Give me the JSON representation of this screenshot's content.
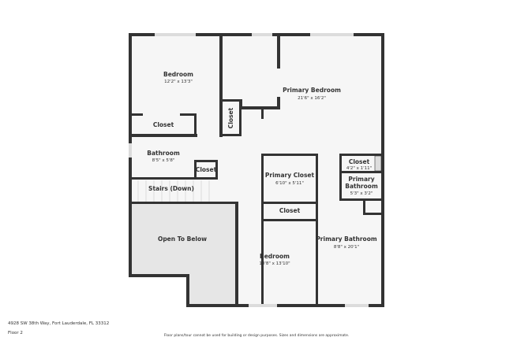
{
  "address": "4928 SW 38th Way, Fort Lauderdale, FL 33312",
  "floor": "Floor 2",
  "disclaimer": "Floor plans/tour cannot be used for building or design purposes. Sizes and dimensions are approximate.",
  "colors": {
    "wall": "#333333",
    "floor": "#f5f5f5",
    "open_to_below": "#e6e6e6",
    "window": "#dcdcdc"
  },
  "rooms": {
    "bedroom1": {
      "name": "Bedroom",
      "dims": "12'2\" x 13'3\""
    },
    "primary_bedroom": {
      "name": "Primary Bedroom",
      "dims": "21'6\" x 16'2\""
    },
    "closet1": {
      "name": "Closet"
    },
    "closet2": {
      "name": "Closet"
    },
    "bathroom": {
      "name": "Bathroom",
      "dims": "8'5\" x 5'8\""
    },
    "closet3": {
      "name": "Closet"
    },
    "stairs": {
      "name": "Stairs (Down)"
    },
    "primary_closet": {
      "name": "Primary Closet",
      "dims": "6'10\" x 5'11\""
    },
    "closet4": {
      "name": "Closet"
    },
    "closet5": {
      "name": "Closet",
      "dims": "4'2\" x 1'11\""
    },
    "primary_bathroom_small": {
      "name_1": "Primary",
      "name_2": "Bathroom",
      "dims": "5'3\" x 3'2\""
    },
    "open_to_below": {
      "name": "Open To Below"
    },
    "bedroom2": {
      "name": "Bedroom",
      "dims": "10'8\" x 13'10\""
    },
    "primary_bathroom": {
      "name": "Primary Bathroom",
      "dims": "8'8\" x 20'1\""
    }
  }
}
